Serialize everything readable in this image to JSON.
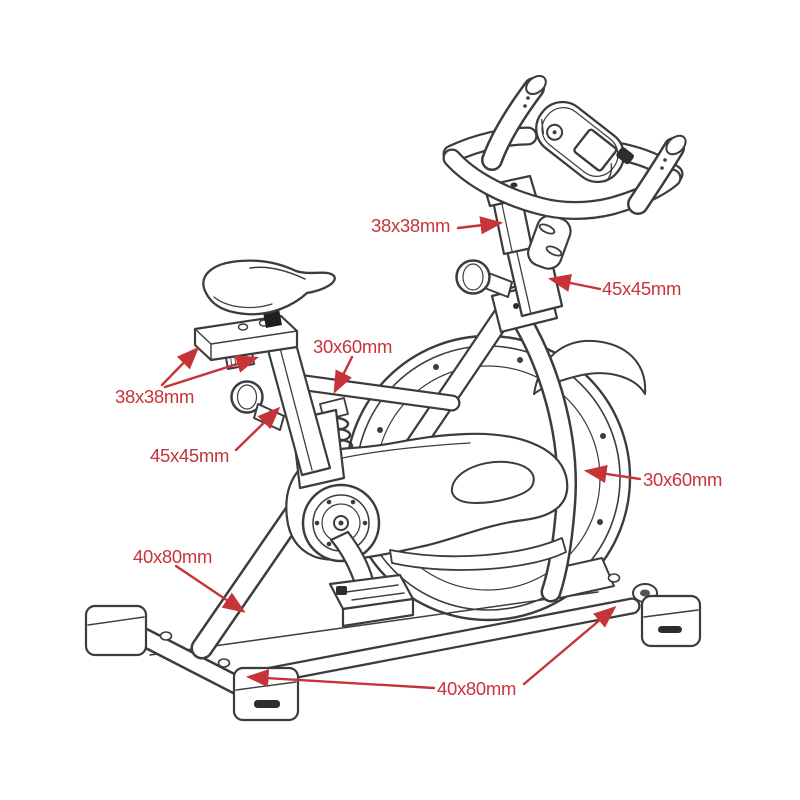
{
  "figure": {
    "subject": "Indoor cycling exercise bike technical line drawing",
    "style": "monochrome outline drawing with red tube-dimension callouts"
  },
  "annotation": {
    "color": "#c63438",
    "line_color": "#3c3c3c"
  },
  "labels": [
    {
      "id": "stem-upper",
      "text": "38x38mm",
      "target": "handlebar stem upper tube"
    },
    {
      "id": "stem-lower",
      "text": "45x45mm",
      "target": "handlebar stem lower tube"
    },
    {
      "id": "top-tube",
      "text": "30x60mm",
      "target": "horizontal top tube"
    },
    {
      "id": "seat-slider",
      "text": "38x38mm",
      "target": "saddle slider tube"
    },
    {
      "id": "seat-post",
      "text": "45x45mm",
      "target": "seat post tube"
    },
    {
      "id": "rear-upright",
      "text": "30x60mm",
      "target": "curved rear upright tube"
    },
    {
      "id": "front-diagonal",
      "text": "40x80mm",
      "target": "front diagonal frame tube"
    },
    {
      "id": "base-frame",
      "text": "40x80mm",
      "target": "base stabilizer frame tubes"
    }
  ]
}
